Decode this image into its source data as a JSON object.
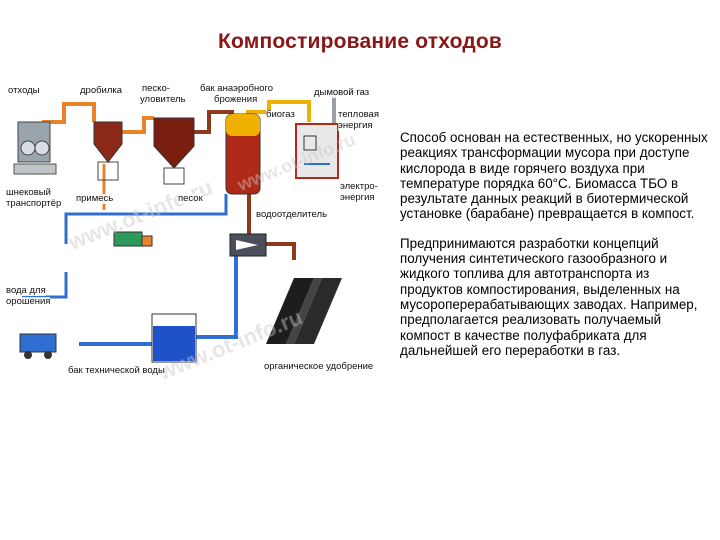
{
  "title": "Компостирование отходов",
  "diagram": {
    "labels": {
      "waste": "отходы",
      "crusher": "дробилка",
      "sand_trap_1": "песко-",
      "sand_trap_2": "уловитель",
      "anaerobic_tank_1": "бак анаэробного",
      "anaerobic_tank_2": "брожения",
      "flue_gas": "дымовой газ",
      "biogas": "биогаз",
      "heat_1": "тепловая",
      "heat_2": "энергия",
      "electric_1": "электро-",
      "electric_2": "энергия",
      "screw_1": "шнековый",
      "screw_2": "транспортёр",
      "impurity": "примесь",
      "sand": "песок",
      "water_separator": "водоотделитель",
      "irrigation_1": "вода для",
      "irrigation_2": "орошения",
      "fertilizer": "органическое удобрение",
      "tech_water_tank": "бак технической воды"
    },
    "watermark": "www.ot-info.ru",
    "colors": {
      "pipe_blue": "#2f6fd3",
      "pipe_orange": "#e8832a",
      "pipe_brown": "#8b3a1a",
      "tank_liquid": "#b02a1a",
      "water": "#1f52c9",
      "gas": "#f0b000"
    }
  },
  "text": {
    "paragraph_1": "Способ основан на естественных, но ускоренных реакциях трансформации мусора при доступе кислорода в виде горячего воздуха при температуре порядка 60°С. Биомасса ТБО в результате данных реакций в биотермической установке (барабане) превращается в компост.",
    "paragraph_2": "Предпринимаются разработки концепций получения синтетического газообразного и жидкого топлива для автотранспорта из продуктов компостирования, выделенных на мусороперерабатывающих заводах. Например, предполагается реализовать получаемый компост в качестве полуфабриката для дальнейшей его переработки в газ."
  }
}
